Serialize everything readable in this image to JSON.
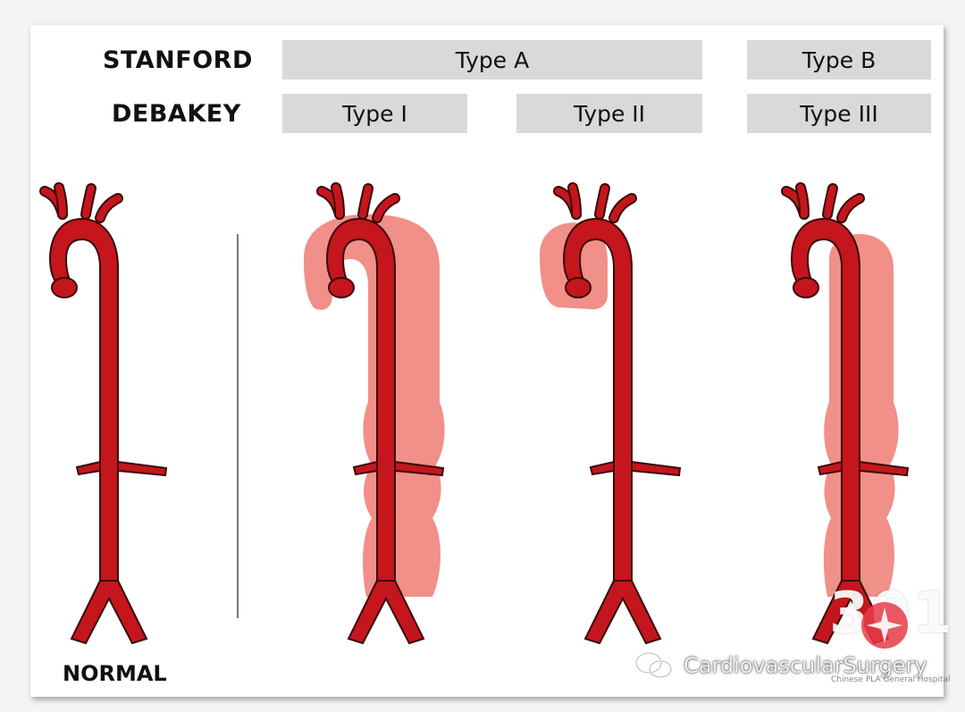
{
  "rows": {
    "stanford_label": "STANFORD",
    "debakey_label": "DEBAKEY"
  },
  "stanford": {
    "type_a": "Type A",
    "type_b": "Type B"
  },
  "debakey": {
    "type_i": "Type I",
    "type_ii": "Type II",
    "type_iii": "Type III"
  },
  "normal_label": "NORMAL",
  "watermark": {
    "channel": "CardiovascularSurgery",
    "logo_number": "301",
    "hospital": "Chinese PLA General Hospital"
  },
  "colors": {
    "aorta": "#c4161c",
    "aorta_outline": "#3a0a0a",
    "dissection": "#ee7b74",
    "label_bg": "#d9d9d9"
  }
}
